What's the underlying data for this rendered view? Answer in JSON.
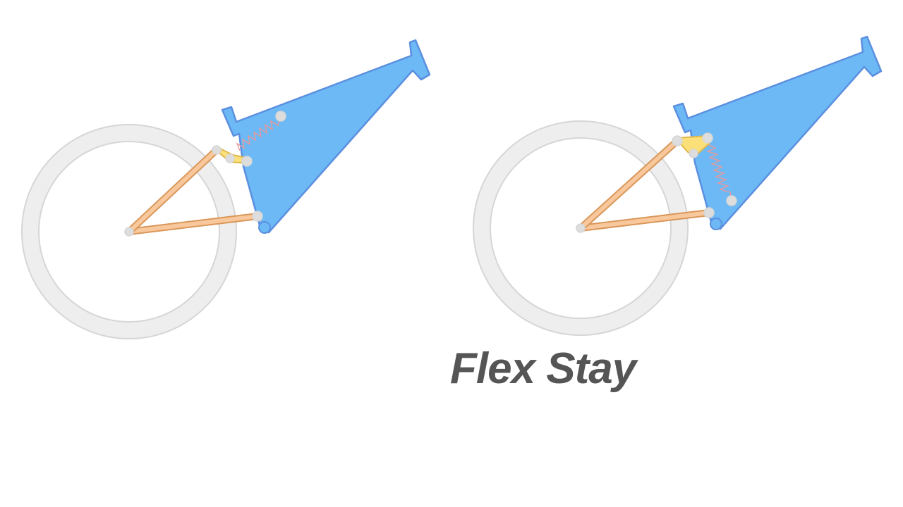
{
  "caption": "Flex Stay",
  "colors": {
    "frame_fill": "#6cb9f5",
    "frame_stroke": "#5b8fe0",
    "stay_fill": "#f8c89c",
    "stay_stroke": "#d9975a",
    "link_fill": "#fbe07a",
    "link_stroke": "#e2b84a",
    "spring": "#e89a9a",
    "wheel": "#eeeeee",
    "wheel_edge": "#d6d6d6",
    "pivot": "#dddddd",
    "caption": "#555555"
  },
  "views": [
    {
      "name": "suspension-extended",
      "state": "extended"
    },
    {
      "name": "suspension-compressed",
      "state": "compressed"
    }
  ]
}
